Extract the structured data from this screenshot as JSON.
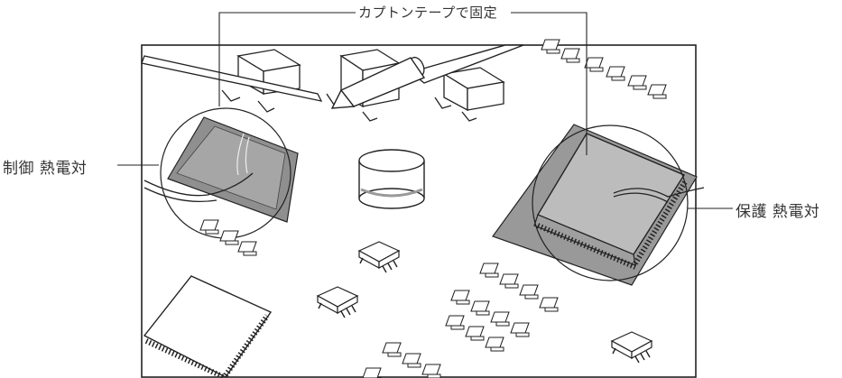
{
  "callouts": {
    "kapton_tape": "カプトンテープで固定",
    "control_thermocouple": "制御 熱電対",
    "protection_thermocouple": "保護 熱電対"
  },
  "colors": {
    "line": "#222222",
    "tape_gray": "#9a9a9a",
    "chip_top": "#b8b8b8",
    "background": "#ffffff"
  }
}
